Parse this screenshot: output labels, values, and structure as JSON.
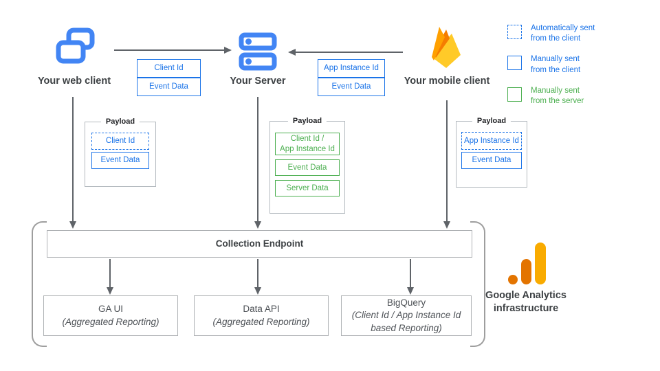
{
  "colors": {
    "blue": "#1A73E8",
    "icon_blue": "#4285F4",
    "green": "#4CAF50",
    "arrow_gray": "#5F6368",
    "firebase_orange": "#FFA000",
    "firebase_dark_orange": "#F57C00",
    "firebase_yellow": "#FFCA28",
    "ga_orange": "#E37400",
    "ga_amber": "#F9AB00"
  },
  "icons": {
    "web_client": "overlapping-windows-icon",
    "server": "server-stack-icon",
    "mobile_client": "firebase-flame-icon",
    "brand": "google-analytics-logo"
  },
  "nodes": {
    "web": {
      "label": "Your web client"
    },
    "server": {
      "label": "Your Server"
    },
    "mobile": {
      "label": "Your mobile client"
    }
  },
  "edges": {
    "web_to_server": {
      "labels": [
        "Client Id",
        "Event Data"
      ]
    },
    "mobile_to_server": {
      "labels": [
        "App Instance Id",
        "Event Data"
      ]
    }
  },
  "legend": {
    "items": [
      {
        "style": "dashed-blue",
        "label": "Automatically sent\nfrom the client"
      },
      {
        "style": "solid-blue",
        "label": "Manually sent\nfrom the client"
      },
      {
        "style": "solid-green",
        "label": "Manually sent\nfrom the server"
      }
    ]
  },
  "payloads": {
    "web": {
      "title": "Payload",
      "items": [
        "Client Id",
        "Event Data"
      ]
    },
    "server": {
      "title": "Payload",
      "items": [
        "Client Id /\nApp Instance Id",
        "Event Data",
        "Server Data"
      ]
    },
    "mobile": {
      "title": "Payload",
      "items": [
        "App Instance Id",
        "Event Data"
      ]
    }
  },
  "infra": {
    "endpoint": "Collection Endpoint",
    "outputs": [
      {
        "title": "GA UI",
        "subtitle": "(Aggregated Reporting)"
      },
      {
        "title": "Data API",
        "subtitle": "(Aggregated Reporting)"
      },
      {
        "title": "BigQuery",
        "subtitle": "(Client Id / App Instance Id\nbased Reporting)"
      }
    ],
    "brand": "Google Analytics\ninfrastructure"
  }
}
